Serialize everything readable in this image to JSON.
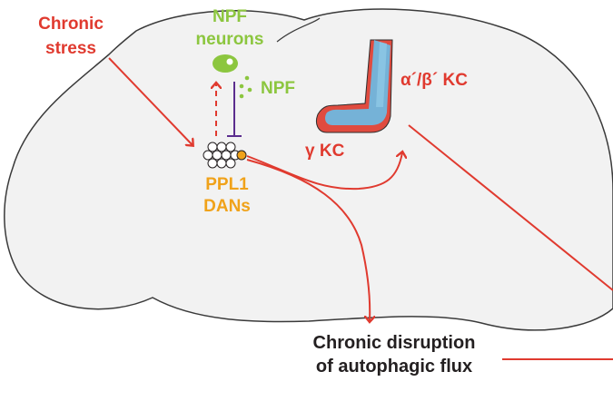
{
  "labels": {
    "chronic_stress_line1": "Chronic",
    "chronic_stress_line2": "stress",
    "npf_neurons_line1": "NPF",
    "npf_neurons_line2": "neurons",
    "npf": "NPF",
    "ppl1_line1": "PPL1",
    "ppl1_line2": "DANs",
    "ab_kc": "α´/β´ KC",
    "gamma_kc": "γ KC",
    "outcome_line1": "Chronic disruption",
    "outcome_line2": "of autophagic flux"
  },
  "colors": {
    "stress_red": "#e03a2f",
    "npf_green": "#8cc63f",
    "dan_orange": "#f0a21a",
    "inhibition_purple": "#5b2d8e",
    "kc_blue": "#6fb7df",
    "kc_red": "#e04b3f",
    "brain_fill": "#f2f2f2",
    "brain_outline": "#3a3a3a"
  },
  "icons": {
    "npf_neuron": "green-ellipse-cell",
    "dan_cluster": "white-cell-cluster",
    "mushroom_body": "mushroom-body-lobes"
  }
}
